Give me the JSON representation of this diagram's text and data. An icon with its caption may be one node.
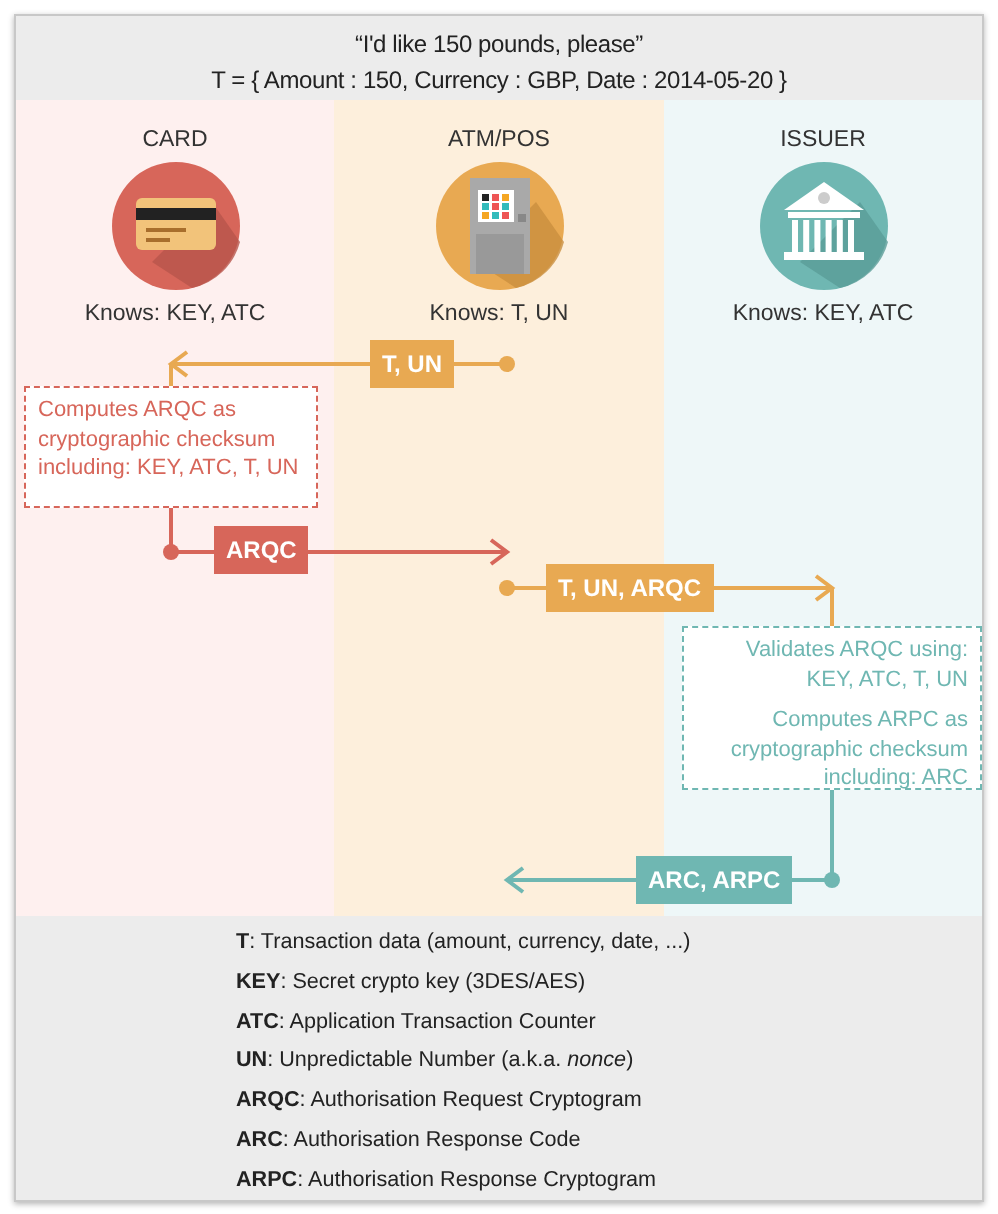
{
  "diagram": {
    "title": "“I'd like 150 pounds, please”",
    "nodes": [
      {
        "text": [
          "CARD",
          "Knows: KEY, ATC"
        ]
      },
      {
        "text": [
          "ATM/POS",
          "Knows: T, UN"
        ]
      },
      {
        "text": [
          "ISSUER",
          "Knows: KEY, ATC"
        ]
      },
      {
        "text": [
          "Computes ARQC as cryptographic checksum including: KEY, ATC, T, UN"
        ],
        "in": 0
      },
      {
        "text": [
          "Validates ARQC using: KEY, ATC, T, UN",
          "Computes ARPC as cryptographic checksum including: ARC"
        ],
        "in": 2
      }
    ],
    "edges": [
      {
        "from": 1,
        "to": 3,
        "arrow": "to",
        "label": "T, UN",
        "color": "#e8a952"
      },
      {
        "from": 3,
        "to": 1,
        "arrow": "to",
        "label": "ARQC",
        "color": "#d7665a"
      },
      {
        "from": 1,
        "to": 4,
        "arrow": "to",
        "label": "T, UN, ARQC",
        "color": "#e8a952"
      },
      {
        "from": 4,
        "to": 1,
        "arrow": "to",
        "label": "ARC, ARPC",
        "color": "#6fb7b2"
      }
    ],
    "labels": [
      "T = { Amount : 150, Currency : GBP, Date : 2014-05-20 }",
      "**T**: Transaction data (amount, currency, date, ...)",
      "**KEY**: Secret crypto key (3DES/AES)",
      "**ATC**: Application Transaction Counter",
      "**UN**: Unpredictable Number (a.k.a. *nonce*)",
      "**ARQC**: Authorisation Request Cryptogram",
      "**ARC**: Authorisation Response Code",
      "**ARPC**: Authorisation Response Cryptogram"
    ]
  }
}
